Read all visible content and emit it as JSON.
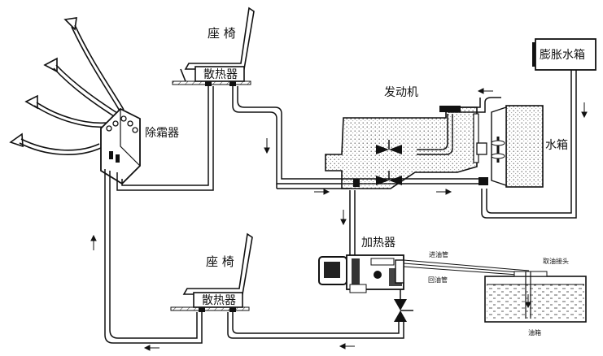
{
  "labels": {
    "seat_top": "座 椅",
    "radiator_top": "散热器",
    "defroster": "除霜器",
    "engine": "发动机",
    "expansion_tank": "膨胀水箱",
    "water_tank": "水箱",
    "heater": "加热器",
    "fuel_in_pipe": "进油管",
    "fuel_return_pipe": "回油管",
    "fuel_connector": "取油接头",
    "fuel_tank": "油箱",
    "seat_bottom": "座 椅",
    "radiator_bottom": "散热器"
  }
}
